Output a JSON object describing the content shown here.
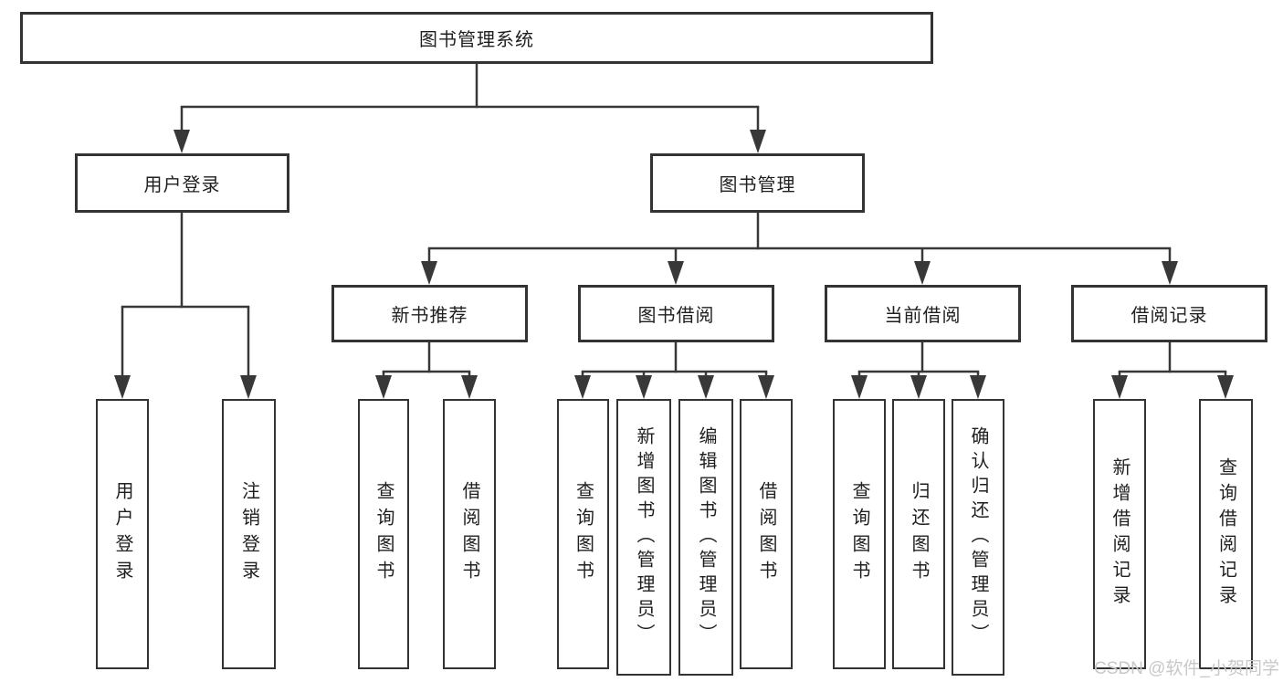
{
  "diagram_title": "图书管理系统",
  "watermark": "CSDN @软件_小贺同学",
  "colors": {
    "line": "#383838",
    "box_border": "#333333",
    "box_fill": "#ffffff",
    "text": "#1f1f1f",
    "watermark": "#c8c8c8",
    "background": "#ffffff"
  },
  "tree": {
    "label": "图书管理系统",
    "children": [
      {
        "label": "用户登录",
        "children": [
          {
            "label": "用户登录"
          },
          {
            "label": "注销登录"
          }
        ]
      },
      {
        "label": "图书管理",
        "children": [
          {
            "label": "新书推荐",
            "children": [
              {
                "label": "查询图书"
              },
              {
                "label": "借阅图书"
              }
            ]
          },
          {
            "label": "图书借阅",
            "children": [
              {
                "label": "查询图书"
              },
              {
                "label": "新增图书（管理员）"
              },
              {
                "label": "编辑图书（管理员）"
              },
              {
                "label": "借阅图书"
              }
            ]
          },
          {
            "label": "当前借阅",
            "children": [
              {
                "label": "查询图书"
              },
              {
                "label": "归还图书"
              },
              {
                "label": "确认归还（管理员）"
              }
            ]
          },
          {
            "label": "借阅记录",
            "children": [
              {
                "label": "新增借阅记录"
              },
              {
                "label": "查询借阅记录"
              }
            ]
          }
        ]
      }
    ]
  }
}
